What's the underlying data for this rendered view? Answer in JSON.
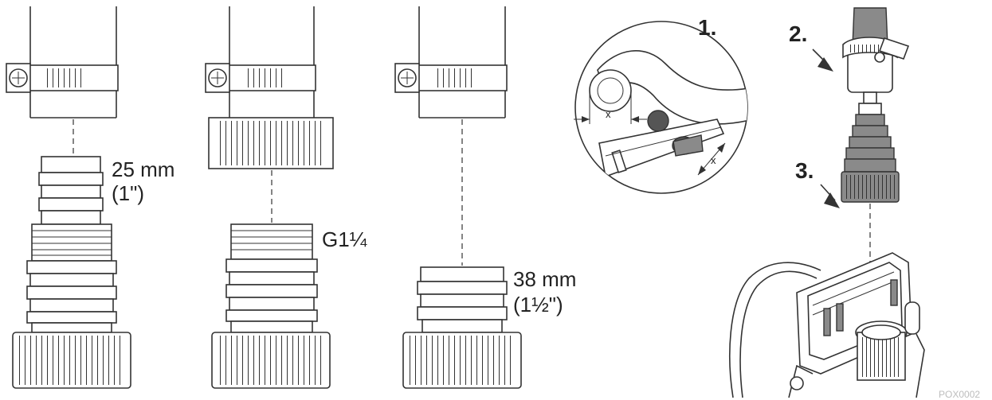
{
  "labels": {
    "size_25mm": "25 mm",
    "size_1in": "(1\")",
    "thread_g": "G1¼",
    "size_38mm": "38 mm",
    "size_1_5in": "(1½\")",
    "dim_x_1": "x",
    "dim_x_2": "x"
  },
  "steps": {
    "one": "1.",
    "two": "2.",
    "three": "3."
  },
  "figure_code": "POX0002"
}
